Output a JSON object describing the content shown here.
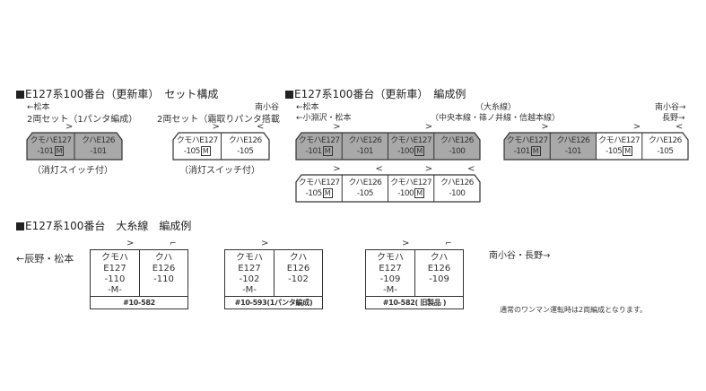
{
  "section1": {
    "title": "E127系100番台（更新車）　セット構成",
    "left": {
      "direction": "←松本",
      "set_label": "2両セット（1パンタ編成）",
      "note": "（消灯スイッチ付）",
      "cars": [
        {
          "type": "クモハE127",
          "num": "-101",
          "motor": "M",
          "gray": true,
          "marker": ">"
        },
        {
          "type": "クハE126",
          "num": "-101",
          "gray": true,
          "marker": ""
        }
      ]
    },
    "right": {
      "direction": "南小谷",
      "set_label": "2両セット（霜取りパンタ搭載編成",
      "note": "（消灯スイッチ付）",
      "cars": [
        {
          "type": "クモハE127",
          "num": "-105",
          "motor": "M",
          "gray": false,
          "marker": ">"
        },
        {
          "type": "クハE126",
          "num": "-105",
          "gray": false,
          "marker": "<"
        }
      ]
    }
  },
  "section2": {
    "title": "E127系100番台（更新車）　編成例",
    "left_dir1": "←松本",
    "left_dir2": "←小淵沢・松本",
    "mid_line1": "（大糸線）",
    "mid_line2": "（中央本線・篠ノ井線・信越本線）",
    "right_dir1": "南小谷→",
    "right_dir2": "長野→",
    "row1": [
      {
        "type": "クモハE127",
        "num": "-101",
        "motor": "M",
        "gray": true,
        "marker": ">"
      },
      {
        "type": "クハE126",
        "num": "-101",
        "gray": true,
        "marker": ""
      },
      {
        "type": "クモハE127",
        "num": "-100",
        "motor": "M",
        "gray": true,
        "marker": ">"
      },
      {
        "type": "クハE126",
        "num": "-100",
        "gray": true,
        "marker": ""
      }
    ],
    "row1b": [
      {
        "type": "クモハE127",
        "num": "-101",
        "motor": "M",
        "gray": true,
        "marker": ">"
      },
      {
        "type": "クハE126",
        "num": "-101",
        "gray": true,
        "marker": ""
      },
      {
        "type": "クモハE127",
        "num": "-105",
        "motor": "M",
        "gray": false,
        "marker": ">"
      },
      {
        "type": "クハE126",
        "num": "-105",
        "gray": false,
        "marker": "<"
      }
    ],
    "row2": [
      {
        "type": "クモハE127",
        "num": "-105",
        "motor": "M",
        "gray": false,
        "marker": ">"
      },
      {
        "type": "クハE126",
        "num": "-105",
        "gray": false,
        "marker": "<"
      },
      {
        "type": "クモハE127",
        "num": "-100",
        "motor": "M",
        "gray": false,
        "marker": ">"
      },
      {
        "type": "クハE126",
        "num": "-100",
        "gray": false,
        "marker": "<"
      }
    ]
  },
  "section3": {
    "title": "E127系100番台　大糸線　編成例",
    "left_dir": "←辰野・松本",
    "right_dir": "南小谷・長野→",
    "note": "通常のワンマン運転時は2両編成となります。",
    "sets": [
      {
        "c1": [
          "クモハ",
          "E127",
          "-110",
          "-M-"
        ],
        "c2": [
          "クハ",
          "E126",
          "-110"
        ],
        "footer": "#10-582"
      },
      {
        "c1": [
          "クモハ",
          "E127",
          "-102",
          "-M-"
        ],
        "c2": [
          "クハ",
          "E126",
          "-102"
        ],
        "footer": "#10-593(1パンタ編成)"
      },
      {
        "c1": [
          "クモハ",
          "E127",
          "-109",
          "-M-"
        ],
        "c2": [
          "クハ",
          "E126",
          "-109"
        ],
        "footer": "#10-582( 旧製品 )"
      }
    ]
  },
  "colors": {
    "gray_car": "#a9a9a9",
    "white_car": "#ffffff",
    "line": "#333333"
  }
}
